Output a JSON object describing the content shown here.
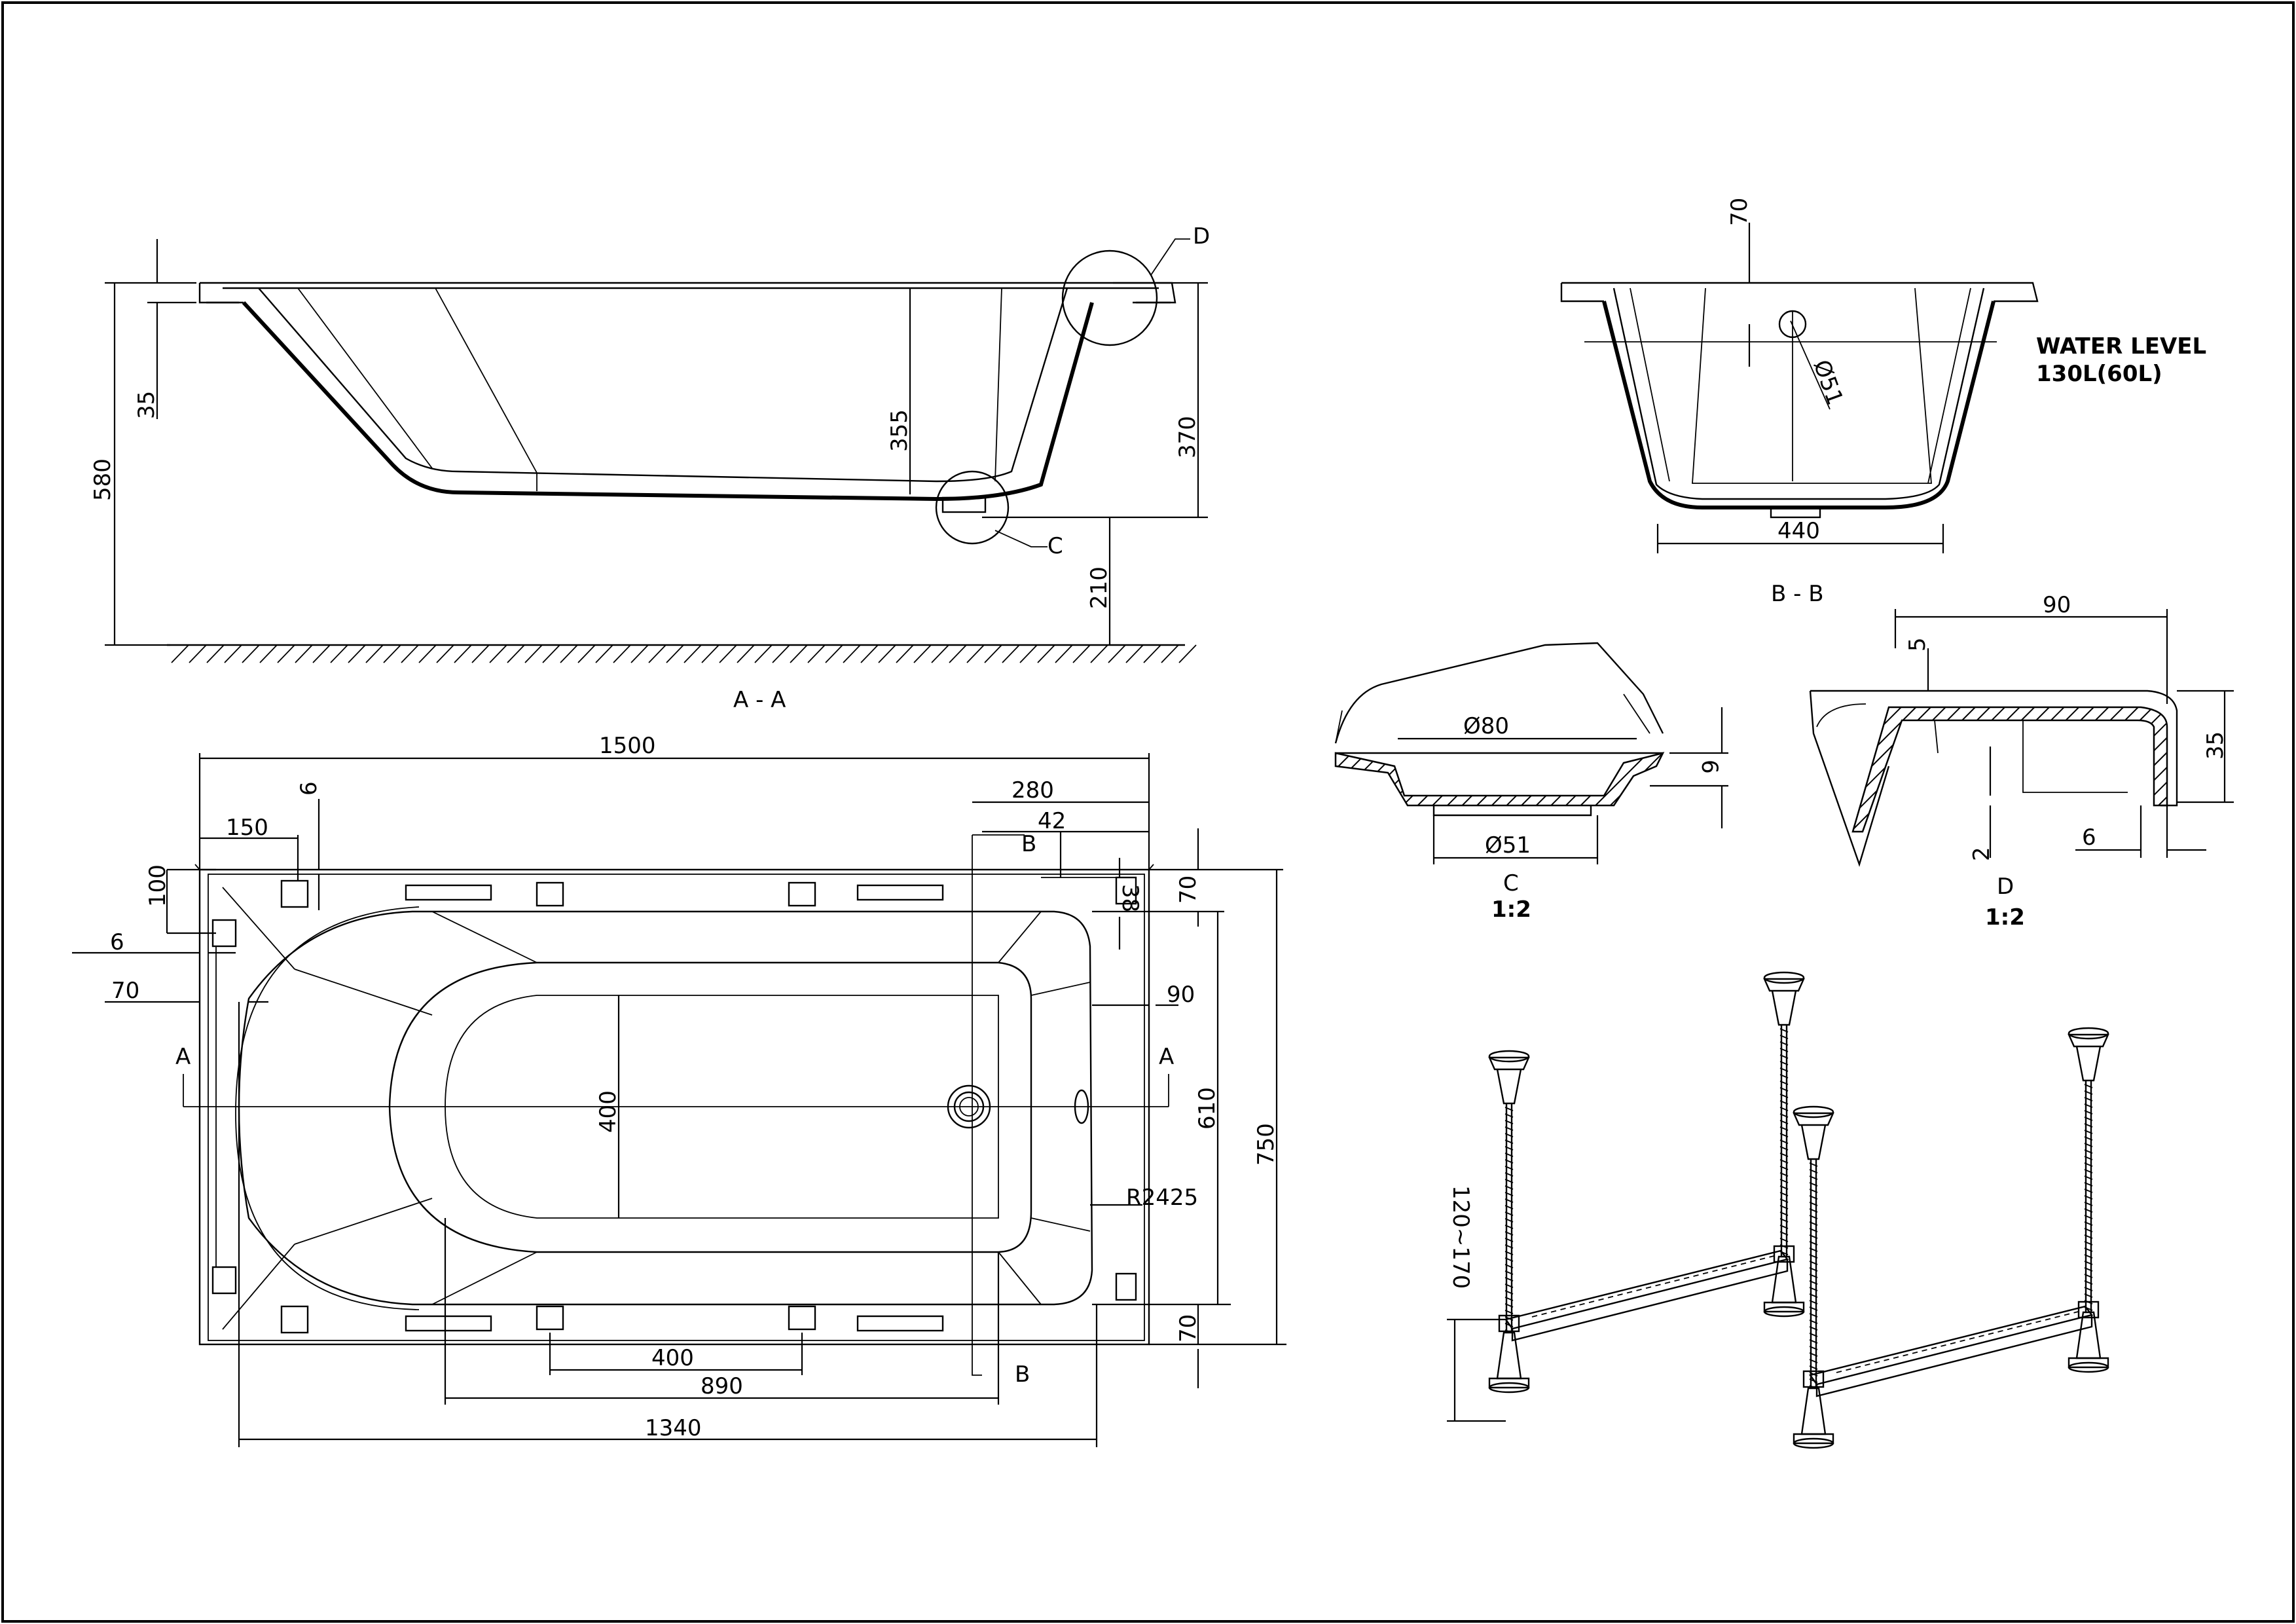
{
  "labels": {
    "section_aa": "A - A",
    "section_bb": "B - B",
    "detail_c_letter": "C",
    "detail_c_scale": "1:2",
    "detail_d_letter": "D",
    "detail_d_scale": "1:2",
    "detail_c_callout": "C",
    "detail_d_callout": "D",
    "water_level_line1": "WATER LEVEL",
    "water_level_line2": "130L(60L)",
    "cut_a_left": "A",
    "cut_a_right": "A",
    "cut_b_top": "B",
    "cut_b_bottom": "B"
  },
  "dimensions": {
    "aa_580": "580",
    "aa_35": "35",
    "aa_355": "355",
    "aa_370": "370",
    "aa_210": "210",
    "bb_70": "70",
    "bb_dia51": "Ø51",
    "bb_440": "440",
    "c_dia80": "Ø80",
    "c_dia51": "Ø51",
    "c_6": "6",
    "d_90": "90",
    "d_5": "5",
    "d_35": "35",
    "d_2": "2",
    "d_6": "6",
    "plan_1500": "1500",
    "plan_150": "150",
    "plan_6_top": "6",
    "plan_280": "280",
    "plan_42": "42",
    "plan_100": "100",
    "plan_6_left": "6",
    "plan_70_left": "70",
    "plan_70_top": "70",
    "plan_38": "38",
    "plan_90": "90",
    "plan_400_v": "400",
    "plan_610": "610",
    "plan_750": "750",
    "plan_r2425": "R2425",
    "plan_70_bottom": "70",
    "plan_400_h": "400",
    "plan_890": "890",
    "plan_1340": "1340",
    "legs_height": "120~170"
  }
}
